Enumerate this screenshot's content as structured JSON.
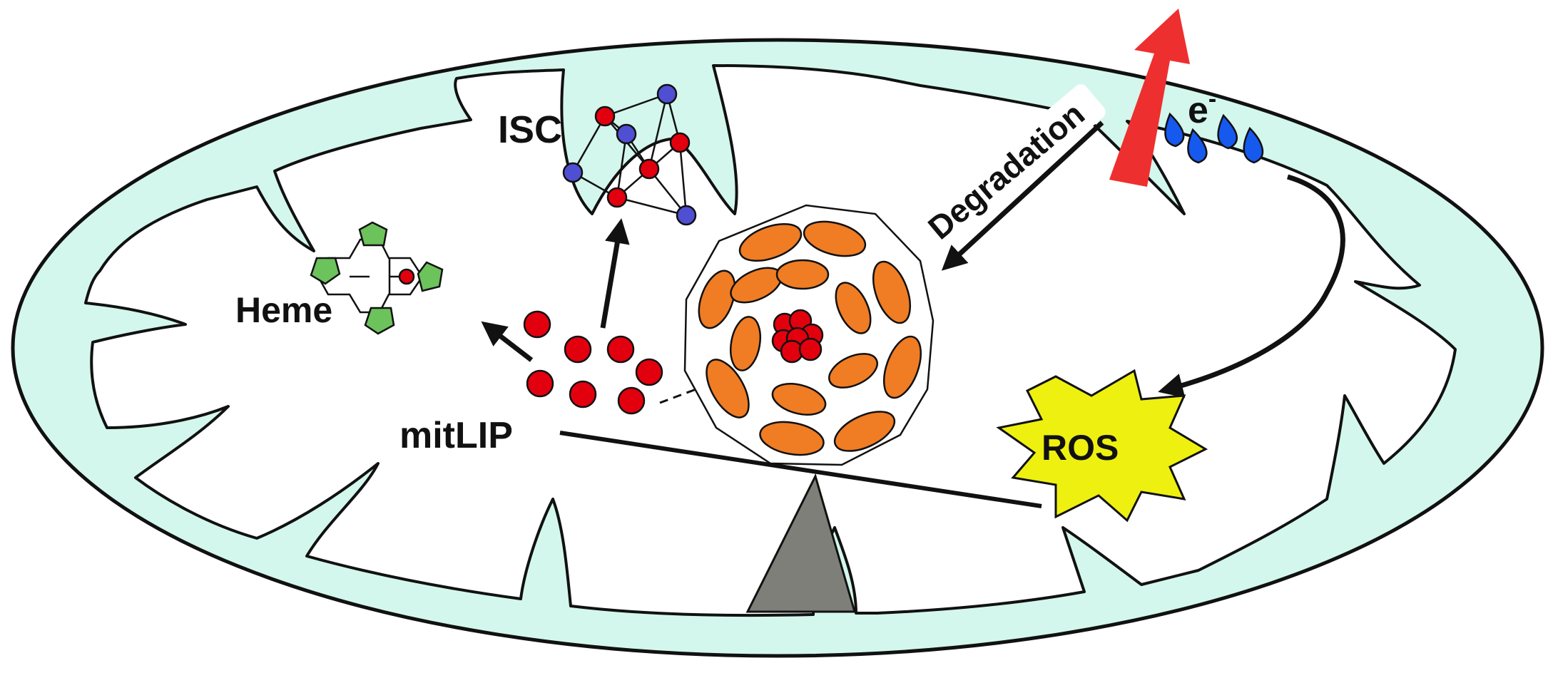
{
  "labels": {
    "isc": "ISC",
    "heme": "Heme",
    "mitlip": "mitLIP",
    "degradation": "Degradation",
    "ros": "ROS",
    "electron": "e",
    "electron_sup": "-"
  },
  "colors": {
    "matrix": "#d3f7ec",
    "iron": "#e3000e",
    "isc_blue": "#4f4fd3",
    "heme_green": "#6cc25b",
    "ferritin_subunit": "#f07c24",
    "ros_star": "#eef010",
    "complex_blue": "#1659ee",
    "red_arrow": "#ee2f2f",
    "fulcrum": "#7f7f7a"
  },
  "icons": {
    "isc": "iron-sulfur-cluster-icon",
    "heme": "heme-porphyrin-icon",
    "ferritin": "ferritin-shell-icon",
    "ros": "ros-burst-icon",
    "complex": "electron-transport-complex-icon",
    "fulcrum": "balance-fulcrum-icon",
    "export_arrow": "red-arrow-icon"
  }
}
